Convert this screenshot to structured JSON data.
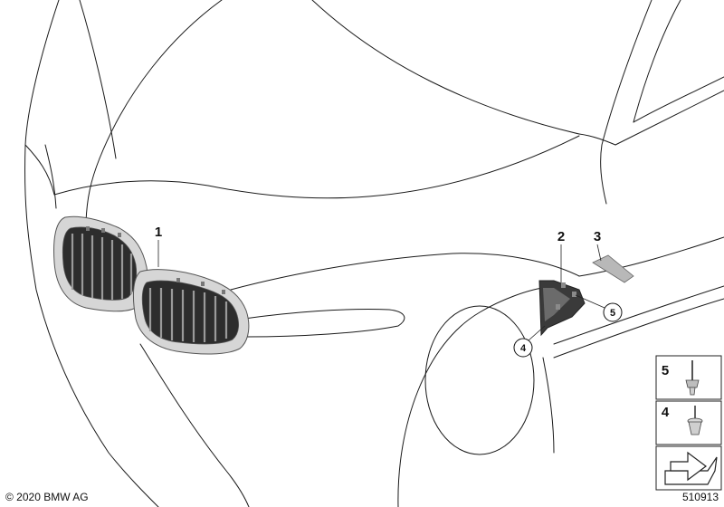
{
  "diagram": {
    "callouts": [
      {
        "id": "1",
        "label": "1"
      },
      {
        "id": "2",
        "label": "2"
      },
      {
        "id": "3",
        "label": "3"
      },
      {
        "id": "4",
        "label": "4"
      },
      {
        "id": "5",
        "label": "5"
      }
    ],
    "legend": [
      {
        "label": "5",
        "part": "push-rivet"
      },
      {
        "label": "4",
        "part": "expanding-rivet"
      },
      {
        "label": "",
        "part": "direction-arrow"
      }
    ],
    "copyright": "© 2020 BMW AG",
    "diagram_number": "510913"
  }
}
